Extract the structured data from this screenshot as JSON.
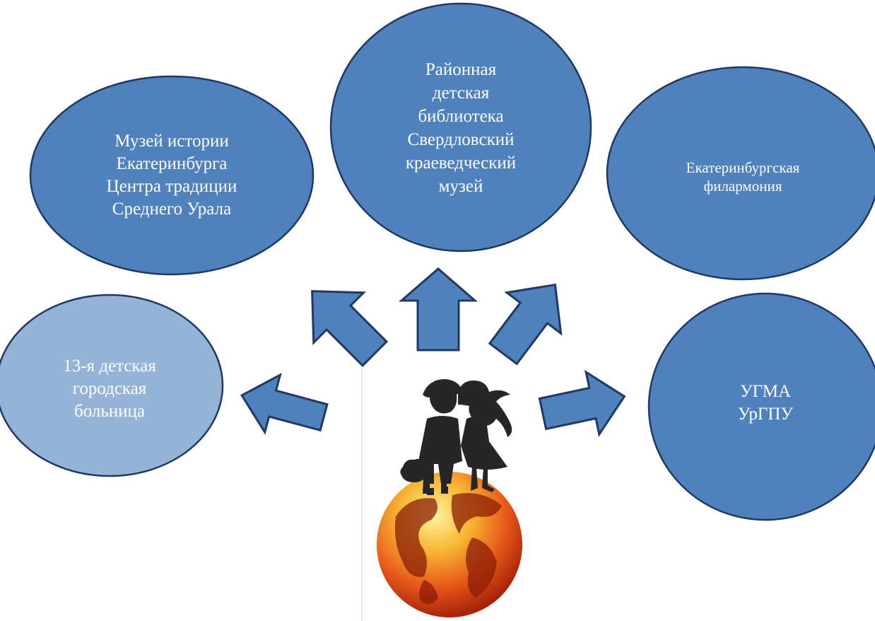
{
  "colors": {
    "node_fill": "#4f81bd",
    "node_fill_light": "#95b3d7",
    "node_stroke": "#1f3864",
    "arrow_fill": "#4f81bd",
    "arrow_stroke": "#1f3864"
  },
  "nodes": {
    "museum_history": "Музей истории\nЕкатеринбурга\nЦентра традиции\nСреднего Урала",
    "library_museum": "Районная\nдетская\nбиблиотека\nСвердловский\nкраеведческий\nмузей",
    "philharmonic": "Екатеринбургская\nфилармония",
    "hospital": "13-я детская\nгородская\nбольница",
    "universities": "УГМА\nУрГПУ"
  },
  "icons": {
    "center": "children-on-globe-icon",
    "arrow": "block-arrow-icon"
  }
}
